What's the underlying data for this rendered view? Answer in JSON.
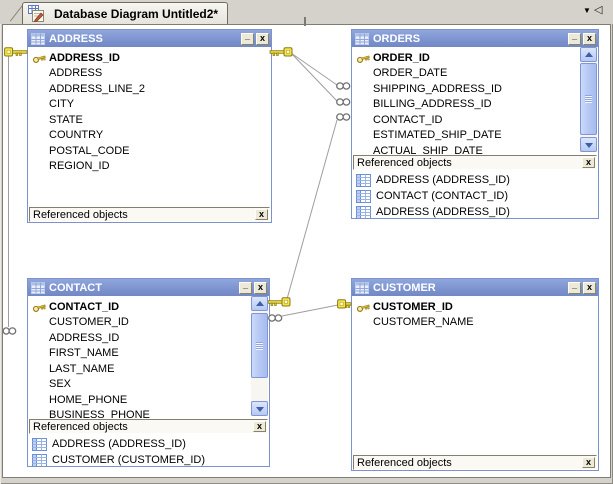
{
  "tab": {
    "title": "Database Diagram Untitled2*"
  },
  "tab_bar": {
    "dropdown_glyph": "▼",
    "scroll_glyph": "◁"
  },
  "window_controls": {
    "minimize_glyph": "_",
    "close_glyph": "x",
    "refs_close_glyph": "x"
  },
  "tables": [
    {
      "title": "ADDRESS",
      "referenced_label": "Referenced objects",
      "columns": [
        {
          "name": "ADDRESS_ID",
          "pk": true
        },
        {
          "name": "ADDRESS"
        },
        {
          "name": "ADDRESS_LINE_2"
        },
        {
          "name": "CITY"
        },
        {
          "name": "STATE"
        },
        {
          "name": "COUNTRY"
        },
        {
          "name": "POSTAL_CODE"
        },
        {
          "name": "REGION_ID"
        }
      ],
      "referenced": []
    },
    {
      "title": "ORDERS",
      "referenced_label": "Referenced objects",
      "columns": [
        {
          "name": "ORDER_ID",
          "pk": true
        },
        {
          "name": "ORDER_DATE"
        },
        {
          "name": "SHIPPING_ADDRESS_ID"
        },
        {
          "name": "BILLING_ADDRESS_ID"
        },
        {
          "name": "CONTACT_ID"
        },
        {
          "name": "ESTIMATED_SHIP_DATE"
        },
        {
          "name": "ACTUAL_SHIP_DATE"
        }
      ],
      "referenced": [
        "ADDRESS (ADDRESS_ID)",
        "CONTACT (CONTACT_ID)",
        "ADDRESS (ADDRESS_ID)"
      ]
    },
    {
      "title": "CONTACT",
      "referenced_label": "Referenced objects",
      "columns": [
        {
          "name": "CONTACT_ID",
          "pk": true
        },
        {
          "name": "CUSTOMER_ID"
        },
        {
          "name": "ADDRESS_ID"
        },
        {
          "name": "FIRST_NAME"
        },
        {
          "name": "LAST_NAME"
        },
        {
          "name": "SEX"
        },
        {
          "name": "HOME_PHONE"
        },
        {
          "name": "BUSINESS_PHONE"
        }
      ],
      "referenced": [
        "ADDRESS (ADDRESS_ID)",
        "CUSTOMER (CUSTOMER_ID)"
      ]
    },
    {
      "title": "CUSTOMER",
      "referenced_label": "Referenced objects",
      "columns": [
        {
          "name": "CUSTOMER_ID",
          "pk": true
        },
        {
          "name": "CUSTOMER_NAME"
        }
      ],
      "referenced": []
    }
  ],
  "colors": {
    "titlebar_blue": "#7E94D0",
    "window_border": "#7D92CC",
    "connector_gray": "#9E9E9E",
    "key_gold": "#EDD73C",
    "chrome_gray": "#D5D2CB",
    "canvas_white": "#FFFFFF"
  }
}
